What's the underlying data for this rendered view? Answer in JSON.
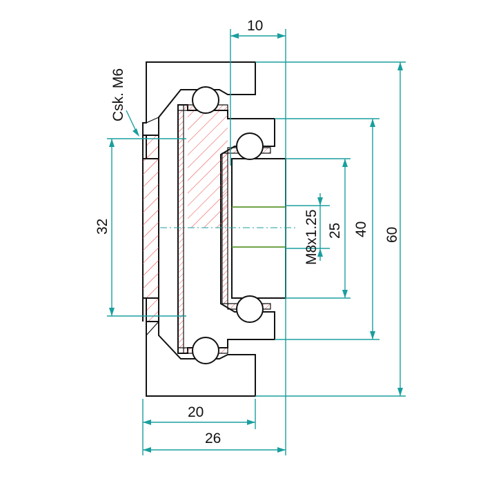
{
  "colors": {
    "section_hatch": "#e8494b",
    "dimension": "#1a9e9e",
    "thread": "#6fb33a",
    "outline": "#111111"
  },
  "drawing": {
    "dims": {
      "d10": "10",
      "d20": "20",
      "d26": "26",
      "d32": "32",
      "d25": "25",
      "d40": "40",
      "d60": "60",
      "thread": "M8x1.25",
      "countersink": "Csk. M6"
    }
  }
}
